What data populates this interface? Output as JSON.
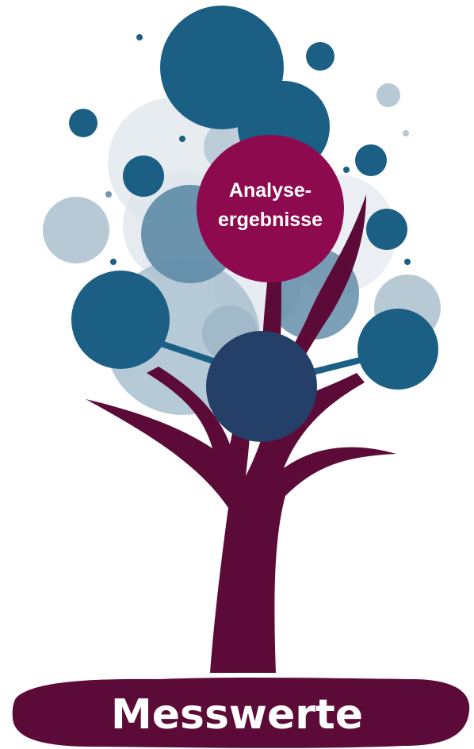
{
  "labels": {
    "top": "Analyse-\nergebnisse",
    "top_line1": "Analyse-",
    "top_line2": "ergebnisse",
    "bottom": "Messwerte"
  },
  "colors": {
    "trunk": "#5c0a37",
    "accent_circle": "#8e0a4f",
    "primary_circle": "#1b5f85",
    "dark_circle": "#243f68",
    "light_circle": "#b8c9d6",
    "faint_circle": "#e3e9ee",
    "text": "#ffffff"
  }
}
